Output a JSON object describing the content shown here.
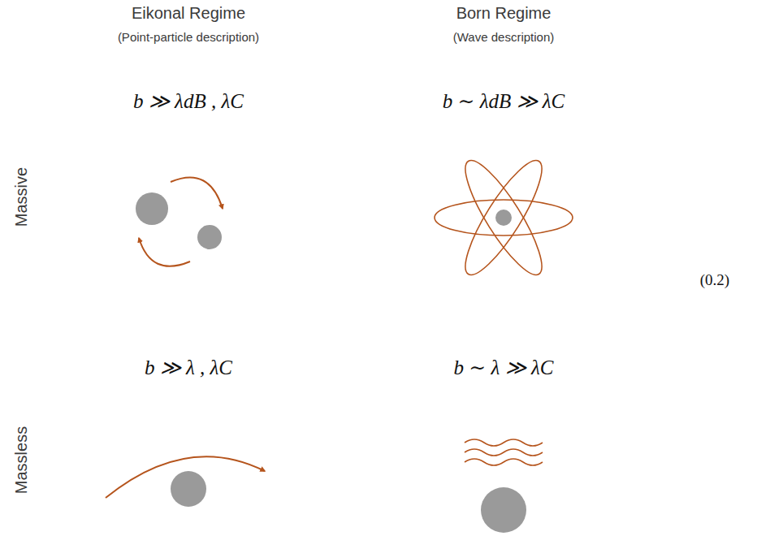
{
  "diagram": {
    "labels": [
      "Eikonal Regime",
      "(Point-particle description)",
      "Born Regime",
      "(Wave description)",
      "Massive",
      "b ≫ λdB , λC",
      "b ∼ λdB ≫ λC",
      "(0.2)",
      "Massless",
      "b ≫ λ , λC",
      "b ∼ λ ≫ λC"
    ]
  }
}
